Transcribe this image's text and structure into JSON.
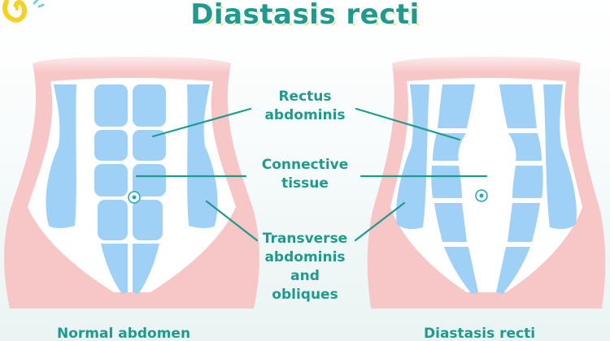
{
  "title": "Diastasis recti",
  "labels": {
    "rectus": "Rectus\nabdominis",
    "connective": "Connective\ntissue",
    "transverse": "Transverse\nabdominis\nand\nobliques"
  },
  "captions": {
    "normal": "Normal abdomen",
    "diastasis": "Diastasis recti"
  },
  "colors": {
    "accent": "#1f9a8c",
    "muscle": "#9fd0f5",
    "skin": "#f7c6c6",
    "highlight": "#c9e84a"
  }
}
